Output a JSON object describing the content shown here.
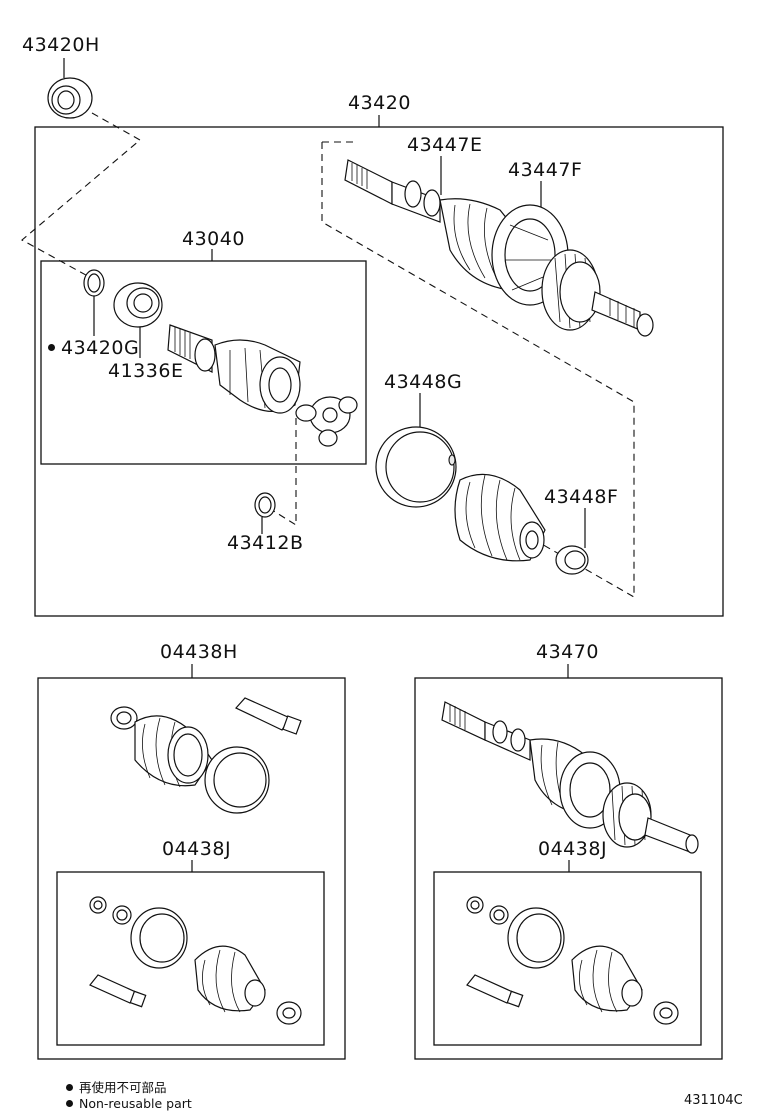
{
  "diagram": {
    "callouts": {
      "c43420H": "43420H",
      "c43420": "43420",
      "c43447E": "43447E",
      "c43447F": "43447F",
      "c43040": "43040",
      "c43420G": "43420G",
      "c41336E": "41336E",
      "c43448G": "43448G",
      "c43448F": "43448F",
      "c43412B": "43412B",
      "c04438H": "04438H",
      "c43470": "43470",
      "c04438J_left": "04438J",
      "c04438J_right": "04438J"
    },
    "legend": {
      "line1": "再使用不可部品",
      "line2": "Non-reusable part"
    },
    "figure_code": "431104C"
  }
}
